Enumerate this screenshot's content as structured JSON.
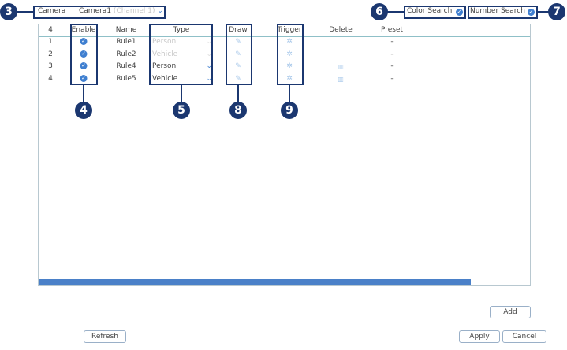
{
  "camera": {
    "label": "Camera",
    "value": "Camera1",
    "channel": "(Channel 1)"
  },
  "color_search": {
    "label": "Color Search",
    "checked": true
  },
  "number_search": {
    "label": "Number Search",
    "checked": true
  },
  "table": {
    "headers": {
      "count": "4",
      "enable": "Enable",
      "name": "Name",
      "type": "Type",
      "draw": "Draw",
      "trigger": "Trigger",
      "delete": "Delete",
      "preset": "Preset"
    },
    "rows": [
      {
        "num": "1",
        "enabled": true,
        "name": "Rule1",
        "type": "Person",
        "type_disabled": true,
        "deletable": false,
        "preset": "-"
      },
      {
        "num": "2",
        "enabled": true,
        "name": "Rule2",
        "type": "Vehicle",
        "type_disabled": true,
        "deletable": false,
        "preset": "-"
      },
      {
        "num": "3",
        "enabled": true,
        "name": "Rule4",
        "type": "Person",
        "type_disabled": false,
        "deletable": true,
        "preset": "-"
      },
      {
        "num": "4",
        "enabled": true,
        "name": "Rule5",
        "type": "Vehicle",
        "type_disabled": false,
        "deletable": true,
        "preset": "-"
      }
    ],
    "scroll_fraction": 0.88
  },
  "buttons": {
    "add": "Add",
    "refresh": "Refresh",
    "apply": "Apply",
    "cancel": "Cancel"
  },
  "callouts": [
    "3",
    "4",
    "5",
    "6",
    "7",
    "8",
    "9"
  ],
  "colors": {
    "callout": "#1b3770",
    "accent": "#3f7fd0"
  }
}
